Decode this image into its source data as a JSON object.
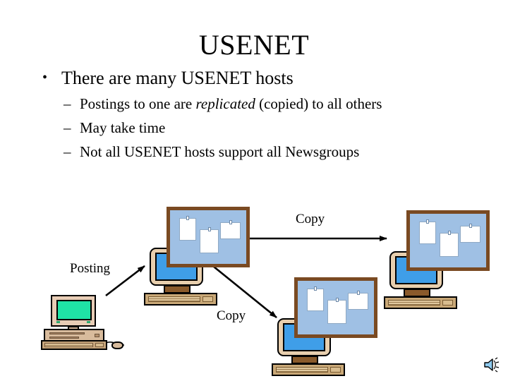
{
  "slide": {
    "title": "USENET",
    "bullets": [
      {
        "level": 1,
        "marker": "•",
        "text": "There are many USENET hosts"
      }
    ],
    "sub_bullets": [
      {
        "level": 2,
        "marker": "–",
        "text_before": "Postings to one are ",
        "text_em": "replicated",
        "text_after": " (copied) to all others"
      },
      {
        "level": 2,
        "marker": "–",
        "text": "May take time"
      },
      {
        "level": 2,
        "marker": "–",
        "text": "Not all USENET hosts support all Newsgroups"
      }
    ]
  },
  "diagram": {
    "labels": {
      "posting": "Posting",
      "copy_right": "Copy",
      "copy_bottom": "Copy"
    },
    "nodes": [
      {
        "id": "pc-left",
        "kind": "desktop-pc",
        "screen_color": "#1fe3a6"
      },
      {
        "id": "host-center",
        "kind": "usenet-host",
        "screen_color": "#3f9ee8"
      },
      {
        "id": "host-right",
        "kind": "usenet-host",
        "screen_color": "#3f9ee8"
      },
      {
        "id": "host-bottom",
        "kind": "usenet-host",
        "screen_color": "#3f9ee8"
      }
    ],
    "arrows": [
      {
        "id": "arrow-posting",
        "from": "pc-left",
        "to": "host-center",
        "label": "Posting"
      },
      {
        "id": "arrow-copy-right",
        "from": "host-center",
        "to": "host-right",
        "label": "Copy"
      },
      {
        "id": "arrow-copy-bottom",
        "from": "host-center",
        "to": "host-bottom",
        "label": "Copy"
      }
    ],
    "board": {
      "frame_color": "#7a4a22",
      "surface_color": "#9fc0e4",
      "note_color": "#ffffff",
      "note_count": 3
    }
  },
  "icons": {
    "sound": "speaker-sound-icon"
  },
  "colors": {
    "background": "#ffffff",
    "text": "#000000",
    "board_frame": "#7a4a22",
    "board_surface": "#9fc0e4",
    "monitor_screen_blue": "#3f9ee8",
    "pc_screen_green": "#1fe3a6",
    "monitor_case": "#e8cfae",
    "keyboard": "#c9a877"
  }
}
